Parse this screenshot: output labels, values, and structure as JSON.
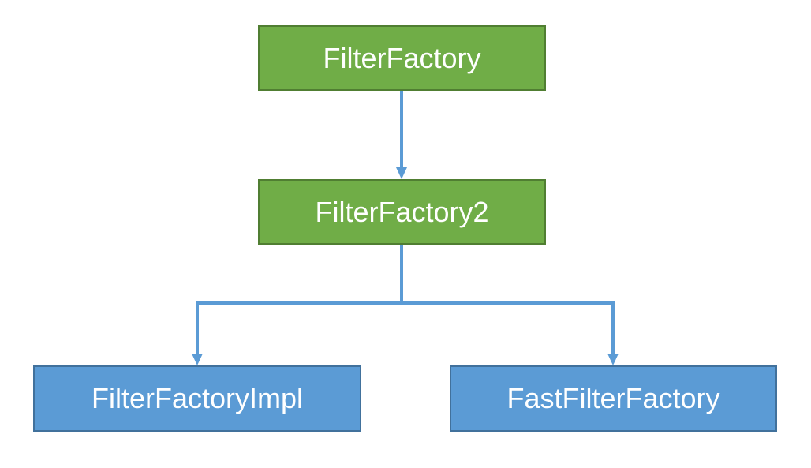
{
  "diagram": {
    "type": "class-hierarchy",
    "colors": {
      "parent_fill": "#70ad47",
      "child_fill": "#5b9bd5",
      "connector": "#5b9bd5",
      "text": "#ffffff"
    },
    "nodes": [
      {
        "id": "filter_factory",
        "label": "FilterFactory",
        "style": "green"
      },
      {
        "id": "filter_factory2",
        "label": "FilterFactory2",
        "style": "green"
      },
      {
        "id": "filter_factory_impl",
        "label": "FilterFactoryImpl",
        "style": "blue"
      },
      {
        "id": "fast_filter_factory",
        "label": "FastFilterFactory",
        "style": "blue"
      }
    ],
    "edges": [
      {
        "from": "filter_factory",
        "to": "filter_factory2"
      },
      {
        "from": "filter_factory2",
        "to": "filter_factory_impl"
      },
      {
        "from": "filter_factory2",
        "to": "fast_filter_factory"
      }
    ]
  }
}
